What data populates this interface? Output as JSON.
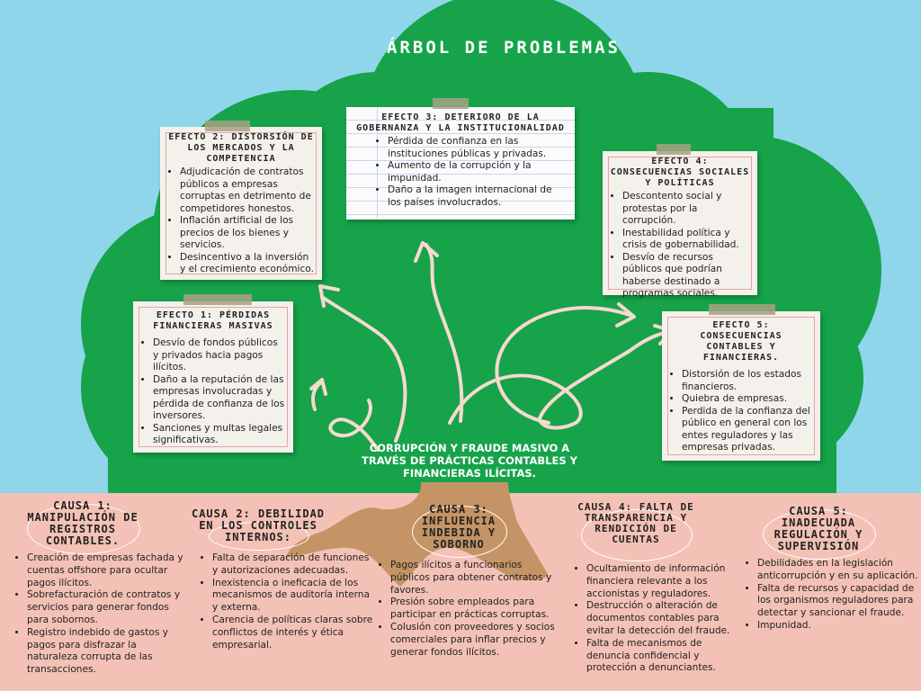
{
  "title": "ÁRBOL DE PROBLEMAS",
  "root_problem": "CORRUPCIÓN Y FRAUDE MASIVO A TRAVÉS DE PRÁCTICAS CONTABLES Y FINANCIERAS ILÍCITAS.",
  "colors": {
    "sky": "#8fd6ea",
    "canopy": "#16a34a",
    "ground": "#f3c1b6",
    "trunk": "#c49466",
    "arrow": "#f6d9cf",
    "card": "#f4f1ec"
  },
  "effects": {
    "e1": {
      "title": "EFECTO 1: PÉRDIDAS FINANCIERAS MASIVAS",
      "items": [
        "Desvío de fondos públicos y privados hacia pagos ilícitos.",
        "Daño a la reputación de las empresas involucradas y pérdida de confianza de los inversores.",
        "Sanciones y multas legales significativas."
      ]
    },
    "e2": {
      "title": "EFECTO 2: DISTORSIÓN DE LOS MERCADOS Y LA COMPETENCIA",
      "items": [
        "Adjudicación de contratos públicos a empresas corruptas en detrimento de competidores honestos.",
        "Inflación artificial de los precios de los bienes y servicios.",
        "Desincentivo a la inversión y el crecimiento económico."
      ]
    },
    "e3": {
      "title": "EFECTO 3: DETERIORO DE LA GOBERNANZA Y LA INSTITUCIONALIDAD",
      "items": [
        "Pérdida de confianza en las instituciones públicas y privadas.",
        "Aumento de la corrupción y la impunidad.",
        "Daño a la imagen internacional de los países involucrados."
      ]
    },
    "e4": {
      "title": "EFECTO 4: CONSECUENCIAS SOCIALES Y POLÍTICAS",
      "items": [
        "Descontento social y protestas por la corrupción.",
        "Inestabilidad política y crisis de gobernabilidad.",
        "Desvío de recursos públicos que podrían haberse destinado a programas sociales."
      ]
    },
    "e5": {
      "title": "EFECTO 5: CONSECUENCIAS CONTABLES Y FINANCIERAS.",
      "items": [
        "Distorsión de los estados financieros.",
        "Quiebra de empresas.",
        "Perdida de la confianza del público en general con los entes reguladores y las empresas privadas."
      ]
    }
  },
  "causes": {
    "c1": {
      "title": "CAUSA 1: MANIPULACIÓN DE REGISTROS CONTABLES.",
      "items": [
        "Creación de empresas fachada y cuentas offshore para ocultar pagos ilícitos.",
        "Sobrefacturación de contratos y servicios para generar fondos para sobornos.",
        "Registro indebido de gastos y pagos para disfrazar la naturaleza corrupta de las transacciones."
      ]
    },
    "c2": {
      "title": "CAUSA 2: DEBILIDAD EN LOS CONTROLES INTERNOS:",
      "items": [
        "Falta de separación de funciones y autorizaciones adecuadas.",
        "Inexistencia o ineficacia de los mecanismos de auditoría interna y externa.",
        "Carencia de políticas claras sobre conflictos de interés y ética empresarial."
      ]
    },
    "c3": {
      "title": "CAUSA 3: INFLUENCIA INDEBIDA Y SOBORNO",
      "items": [
        "Pagos ilícitos a funcionarios públicos para obtener contratos y favores.",
        "Presión sobre empleados para participar en prácticas corruptas.",
        "Colusión con proveedores y socios comerciales para inflar precios y generar fondos ilícitos."
      ]
    },
    "c4": {
      "title": "CAUSA 4: FALTA DE TRANSPARENCIA Y RENDICIÓN DE CUENTAS",
      "items": [
        "Ocultamiento de información financiera relevante a los accionistas y reguladores.",
        "Destrucción o alteración de documentos contables para evitar la detección del fraude.",
        "Falta de mecanismos de denuncia confidencial y protección a denunciantes."
      ]
    },
    "c5": {
      "title": "CAUSA 5: INADECUADA REGULACIÓN Y SUPERVISIÓN",
      "items": [
        "Debilidades en la legislación anticorrupción y en su aplicación.",
        "Falta de recursos y capacidad de los organismos reguladores para detectar y sancionar el fraude.",
        "Impunidad."
      ]
    }
  }
}
